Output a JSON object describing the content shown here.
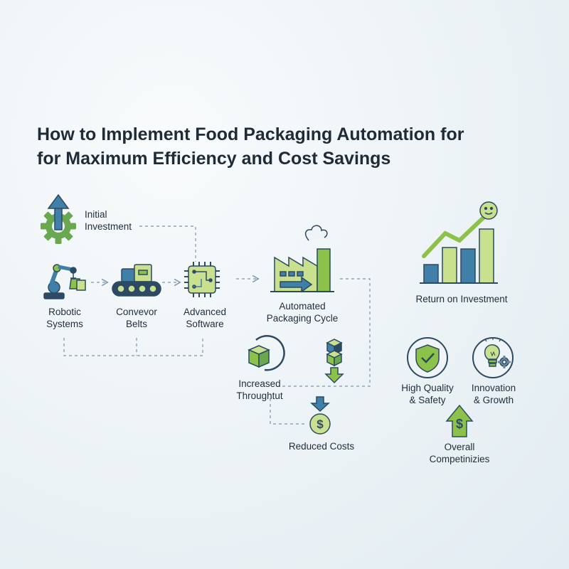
{
  "title": {
    "line1": "How to Implement Food Packaging Automation for",
    "line2": "for Maximum Efficiency and Cost Savings"
  },
  "nodes": {
    "initial_investment": {
      "line1": "Initial",
      "line2": "Investment",
      "icon": "gear-arrow-up-icon"
    },
    "robotic_systems": {
      "line1": "Robotic",
      "line2": "Systems",
      "icon": "robotic-arm-icon"
    },
    "conveyor_belts": {
      "line1": "Convevor",
      "line2": "Belts",
      "icon": "conveyor-belt-icon"
    },
    "advanced_software": {
      "line1": "Advanced",
      "line2": "Software",
      "icon": "microchip-icon"
    },
    "automated_packaging": {
      "line1": "Automated",
      "line2": "Packaging Cycle",
      "icon": "factory-icon"
    },
    "increased_throughput": {
      "line1": "Increased",
      "line2": "Throughtut",
      "icon": "box-cycle-icon"
    },
    "reduced_costs": {
      "label": "Reduced Costs",
      "icon": "dollar-coin-icon"
    },
    "return_on_investment": {
      "label": "Return on Investment",
      "icon": "growth-chart-icon"
    },
    "high_quality": {
      "line1": "High Quality",
      "line2": "& Safety",
      "icon": "shield-check-icon"
    },
    "innovation": {
      "line1": "Innovation",
      "line2": "& Growth",
      "icon": "lightbulb-gear-icon"
    },
    "overall": {
      "line1": "Overall",
      "line2": "Competinizies",
      "icon": "dollar-arrow-up-icon"
    }
  },
  "colors": {
    "navy": "#2c4a63",
    "teal": "#3f7fa8",
    "green": "#8cc24a",
    "light_green": "#c9e08f",
    "dashed_line": "#7a96ab",
    "background": "#eef4f7"
  }
}
